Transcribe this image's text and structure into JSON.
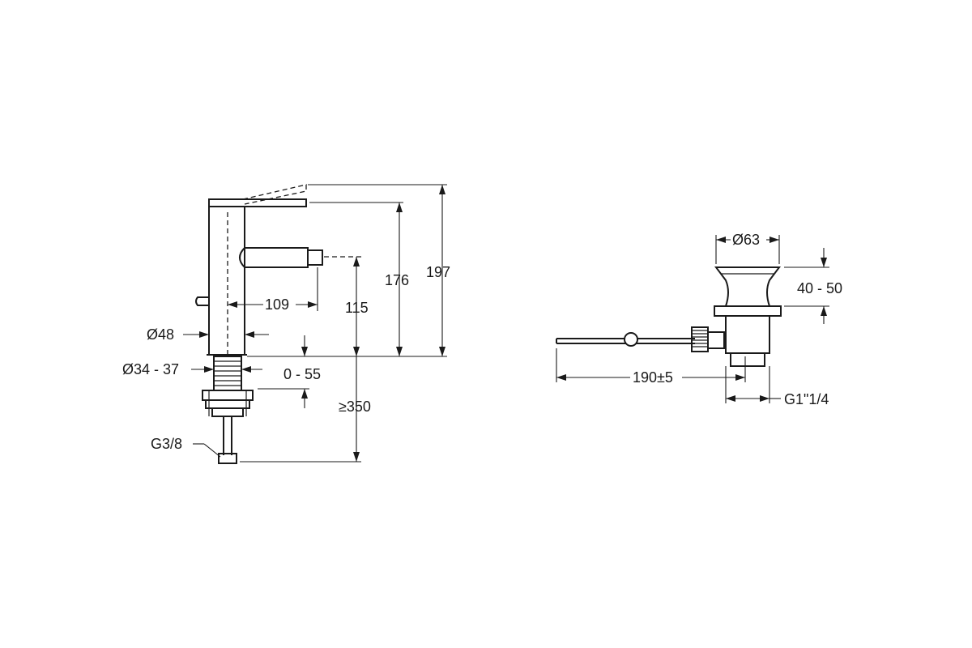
{
  "labels": {
    "h197": "197",
    "h176": "176",
    "h115": "115",
    "d109": "109",
    "dia48": "Ø48",
    "dia34_37": "Ø34 - 37",
    "r0_55": "0 - 55",
    "min350": "≥350",
    "g38": "G3/8",
    "dia63": "Ø63",
    "r40_50": "40 - 50",
    "d190": "190±5",
    "g114": "G1\"1/4"
  }
}
